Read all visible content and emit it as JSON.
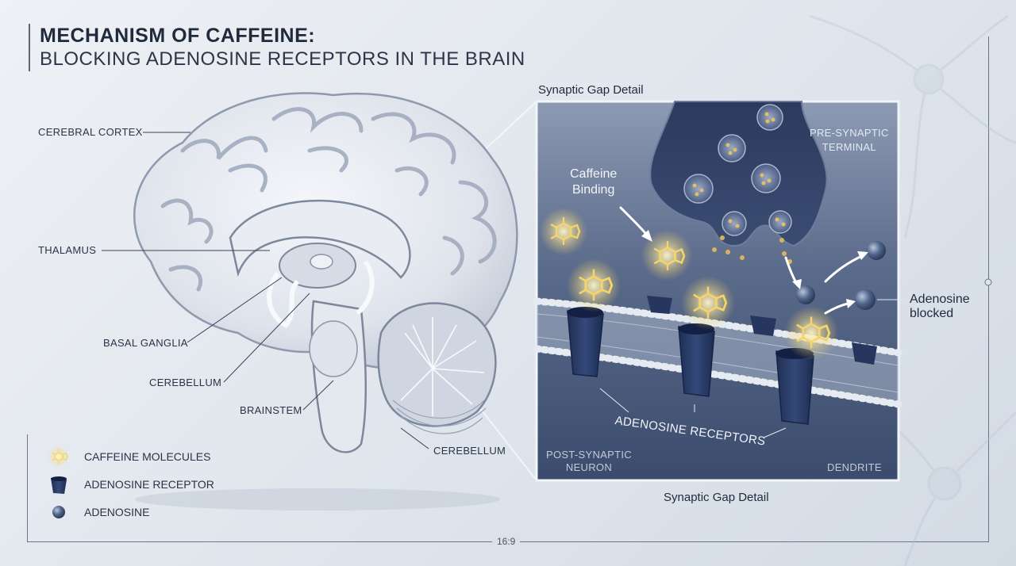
{
  "title": {
    "line1": "MECHANISM OF CAFFEINE:",
    "line2": "BLOCKING ADENOSINE RECEPTORS IN THE BRAIN"
  },
  "brain_labels": {
    "cerebral_cortex": "CEREBRAL CORTEX",
    "thalamus": "THALAMUS",
    "basal_ganglia": "BASAL GANGLIA",
    "cerebellum_upper": "CEREBELLUM",
    "brainstem": "BRAINSTEM",
    "cerebellum_lower": "CEREBELLUM"
  },
  "inset": {
    "title_top": "Synaptic Gap Detail",
    "title_bottom": "Synaptic Gap Detail",
    "pre_synaptic": "PRE-SYNAPTIC\nTERMINAL",
    "caffeine_binding": "Caffeine\nBinding",
    "adenosine_blocked": "Adenosine\nblocked",
    "adenosine_receptors": "ADENOSINE RECEPTORS",
    "post_synaptic": "POST-SYNAPTIC\nNEURON",
    "dendrite": "DENDRITE"
  },
  "legend": {
    "caffeine": "CAFFEINE MOLECULES",
    "receptor": "ADENOSINE RECEPTOR",
    "adenosine": "ADENOSINE"
  },
  "aspect_label": "16:9",
  "colors": {
    "receptor": "#283a63",
    "caffeine_glow": "#f3cf5a",
    "adenosine": "#4a6083",
    "inset_bg": "#3d4f72"
  },
  "icons": [
    "caffeine-molecule-icon",
    "receptor-icon",
    "adenosine-sphere-icon"
  ]
}
